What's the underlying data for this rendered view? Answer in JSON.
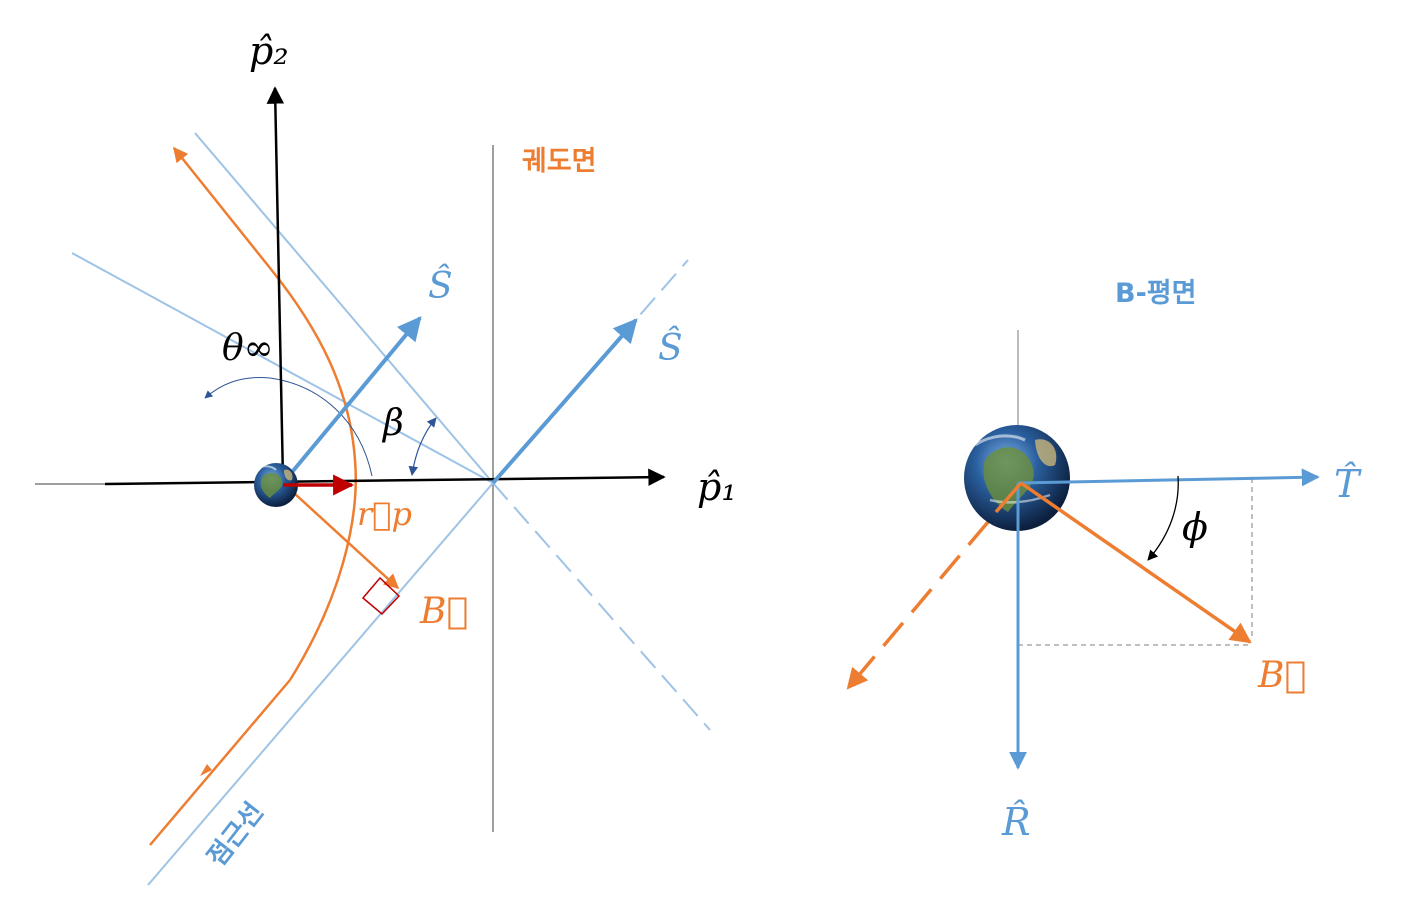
{
  "left_panel": {
    "title": "궤도면",
    "axis_p1": "p̂₁",
    "axis_p2": "p̂₂",
    "s_hat": "Ŝ",
    "s_hat_2": "Ŝ",
    "theta_inf": "θ∞",
    "beta": "β",
    "rp": "r⃗p",
    "b_vec": "B⃗",
    "asymptote": "점근선"
  },
  "right_panel": {
    "title": "B-평면",
    "t_hat": "T̂",
    "r_hat": "R̂",
    "phi": "ϕ",
    "b_vec": "B⃗"
  },
  "colors": {
    "orange": "#ED7D31",
    "blue": "#5B9BD5",
    "light_blue": "#9DC3E6",
    "black": "#000000",
    "gray": "#7F7F7F",
    "dark_red": "#C00000",
    "title_blue": "#5B9BD5"
  }
}
